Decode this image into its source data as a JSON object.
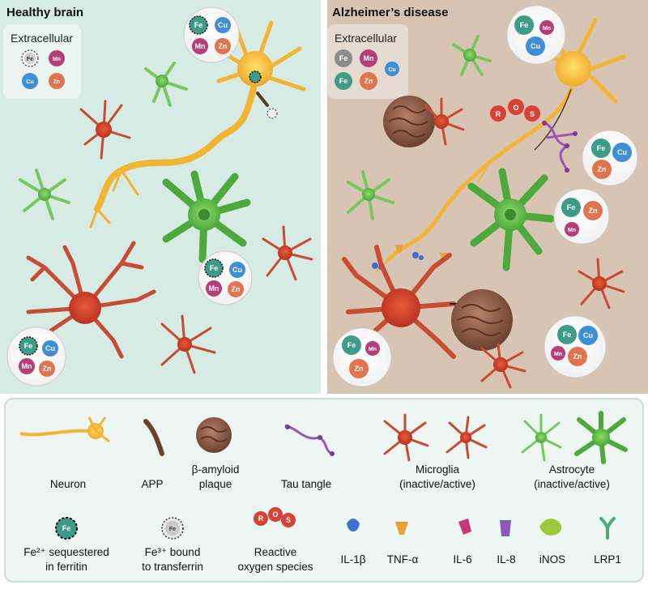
{
  "panels": {
    "healthy": {
      "title": "Healthy brain",
      "extracellular": "Extracellular"
    },
    "alzheimer": {
      "title": "Alzheimer’s disease",
      "extracellular": "Extracellular"
    }
  },
  "ions": {
    "fe2": "Fe2+",
    "fe3": "Fe3+",
    "cu": "Cu2+",
    "mn": "Mn2+",
    "zn": "Zn2+"
  },
  "ros_letters": [
    "R",
    "O",
    "S"
  ],
  "legend": {
    "row1": [
      {
        "line1": "Neuron",
        "line2": ""
      },
      {
        "line1": "APP",
        "line2": ""
      },
      {
        "line1": "β-amyloid",
        "line2": "plaque"
      },
      {
        "line1": "Tau tangle",
        "line2": ""
      },
      {
        "line1": "Microglia",
        "line2": "(inactive/active)"
      },
      {
        "line1": "Astrocyte",
        "line2": "(inactive/active)"
      }
    ],
    "row2": [
      {
        "line1": "Fe²⁺ sequestered",
        "line2": "in ferritin"
      },
      {
        "line1": "Fe³⁺ bound",
        "line2": "to transferrin"
      },
      {
        "line1": "Reactive",
        "line2": "oxygen species"
      },
      {
        "line1": "IL-1β",
        "line2": ""
      },
      {
        "line1": "TNF-α",
        "line2": ""
      },
      {
        "line1": "IL-6",
        "line2": ""
      },
      {
        "line1": "IL-8",
        "line2": ""
      },
      {
        "line1": "iNOS",
        "line2": ""
      },
      {
        "line1": "LRP1",
        "line2": ""
      }
    ]
  },
  "colors": {
    "healthy_bg": "#d8ece6",
    "ad_bg": "#d9c6b6",
    "neuron": "#f2b431",
    "microglia": "#d2432b",
    "astrocyte": "#5fbf45",
    "plaque": "#8a5a44",
    "tau": "#9b57b5",
    "fe": "#3e9b87",
    "cu": "#3f8fd6",
    "mn": "#b53e78",
    "zn": "#e0744f",
    "ros": "#d84138"
  }
}
